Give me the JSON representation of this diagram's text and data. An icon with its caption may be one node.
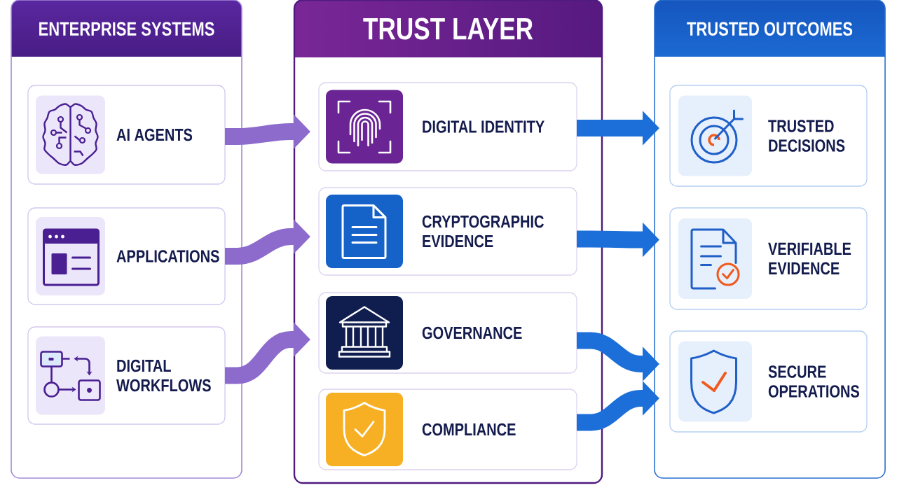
{
  "diagram": {
    "nodes": [
      {
        "text": [
          "ENTERPRISE SYSTEMS"
        ]
      },
      {
        "text": [
          "AI AGENTS"
        ],
        "in": 0
      },
      {
        "text": [
          "APPLICATIONS"
        ],
        "in": 0
      },
      {
        "text": [
          "DIGITAL WORKFLOWS"
        ],
        "in": 0
      },
      {
        "text": [
          "TRUST LAYER"
        ]
      },
      {
        "text": [
          "DIGITAL IDENTITY"
        ],
        "in": 4
      },
      {
        "text": [
          "CRYPTOGRAPHIC EVIDENCE"
        ],
        "in": 4
      },
      {
        "text": [
          "GOVERNANCE"
        ],
        "in": 4
      },
      {
        "text": [
          "COMPLIANCE"
        ],
        "in": 4
      },
      {
        "text": [
          "TRUSTED OUTCOMES"
        ]
      },
      {
        "text": [
          "TRUSTED DECISIONS"
        ],
        "in": 9
      },
      {
        "text": [
          "VERIFIABLE EVIDENCE"
        ],
        "in": 9
      },
      {
        "text": [
          "SECURE OPERATIONS"
        ],
        "in": 9
      }
    ],
    "edges": [
      {
        "from": 1,
        "to": 5,
        "arrow": "to",
        "color": "#8c6bcc"
      },
      {
        "from": 2,
        "to": 6,
        "arrow": "to",
        "color": "#8c6bcc"
      },
      {
        "from": 3,
        "to": 7,
        "arrow": "to",
        "color": "#8c6bcc"
      },
      {
        "from": 5,
        "to": 10,
        "arrow": "to"
      },
      {
        "from": 6,
        "to": 11,
        "arrow": "to"
      },
      {
        "from": 7,
        "to": 12,
        "arrow": "to"
      },
      {
        "from": 8,
        "to": 12,
        "arrow": "to"
      }
    ]
  }
}
